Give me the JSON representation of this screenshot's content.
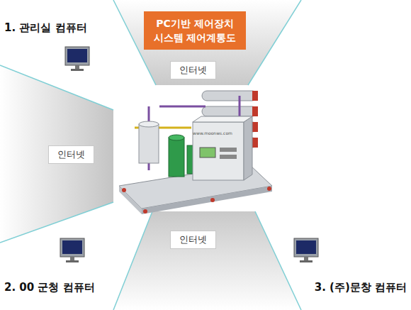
{
  "diagram": {
    "title": "PC기반 제어장치 시스템 제어계통도",
    "nodes": [
      {
        "text": [
          "인터넷"
        ]
      },
      {
        "text": [
          "인터넷"
        ]
      },
      {
        "text": [
          "인터넷"
        ]
      }
    ],
    "labels": [
      "1. 관리실 컴퓨터",
      "2. 00 군청 컴퓨터",
      "3. (주)문창 컴퓨터",
      "www.moonws.com"
    ]
  }
}
